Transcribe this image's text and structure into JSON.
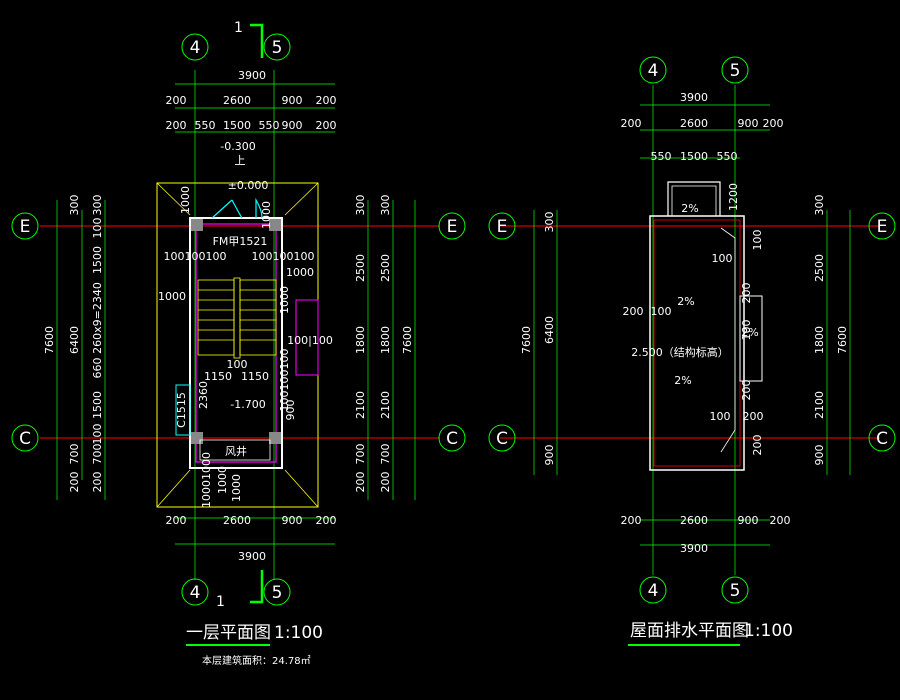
{
  "left": {
    "title": "一层平面图",
    "scale": "1:100",
    "area_note": "本层建筑面积：24.78㎡",
    "section_mark": "1",
    "axes": {
      "col_left": "4",
      "col_right": "5",
      "row_top": "E",
      "row_bottom": "C"
    },
    "top_dims": {
      "total": "3900",
      "row1": [
        "200",
        "2600",
        "900",
        "200"
      ],
      "row2": [
        "200",
        "550",
        "1500",
        "550",
        "900",
        "200"
      ]
    },
    "bottom_dims": {
      "row1": [
        "200",
        "2600",
        "900",
        "200"
      ],
      "total": "3900"
    },
    "left_dims": {
      "total": "7600",
      "sub": "6400",
      "parts": [
        "300",
        "100",
        "1500",
        "260x9=2340",
        "660",
        "1500",
        "100",
        "700",
        "200"
      ],
      "outer": [
        "300",
        "700",
        "200"
      ]
    },
    "right_dims": {
      "total": "7600",
      "parts": [
        "300",
        "2500",
        "1800",
        "2100",
        "700",
        "200"
      ],
      "inner": [
        "300",
        "2500",
        "1800",
        "2100",
        "700",
        "200"
      ]
    },
    "labels": {
      "level_top": "-0.300",
      "level_zero": "±0.000",
      "door": "FM甲1521",
      "d100a": "100100100",
      "d100b": "100100100",
      "d1000a": "1000",
      "d1000b": "1000",
      "d1000c": "1000",
      "d1000d": "1000",
      "vert1000": "1000",
      "vert1100": "100|100",
      "d100c": "100",
      "d1150a": "1150",
      "d1150b": "1150",
      "d2360": "2360",
      "window": "C1515",
      "level_bottom": "-1.700",
      "d100d": "100100100",
      "d900": "900",
      "d1000e": "1000",
      "d1000f": "1000",
      "d10001000": "10001000",
      "well": "风井",
      "up": "上"
    }
  },
  "right": {
    "title": "屋面排水平面图",
    "scale": "1:100",
    "axes": {
      "col_left": "4",
      "col_right": "5",
      "row_top": "E",
      "row_bottom": "C"
    },
    "top_dims": {
      "total": "3900",
      "row1": [
        "200",
        "2600",
        "900",
        "200"
      ],
      "row2": [
        "550",
        "1500",
        "550"
      ]
    },
    "bottom_dims": {
      "row1": [
        "200",
        "2600",
        "900",
        "200"
      ],
      "total": "3900"
    },
    "left_dims": {
      "total": "7600",
      "sub": "6400",
      "parts": [
        "300",
        "900"
      ],
      "mid": [
        "200",
        "100"
      ]
    },
    "right_dims": {
      "total": "7600",
      "parts": [
        "300",
        "2500",
        "1800",
        "2100",
        "900"
      ]
    },
    "labels": {
      "slope1": "2%",
      "slope2": "2%",
      "slope3": "2%",
      "slope4": "2%",
      "slope5": "2%",
      "d1200": "1200",
      "d100a": "100",
      "d100b": "100",
      "d100c": "100",
      "d100d": "100",
      "d200a": "200",
      "d200b": "200",
      "d200c": "200",
      "d200d": "200",
      "level": "2.500（结构标高）"
    }
  }
}
